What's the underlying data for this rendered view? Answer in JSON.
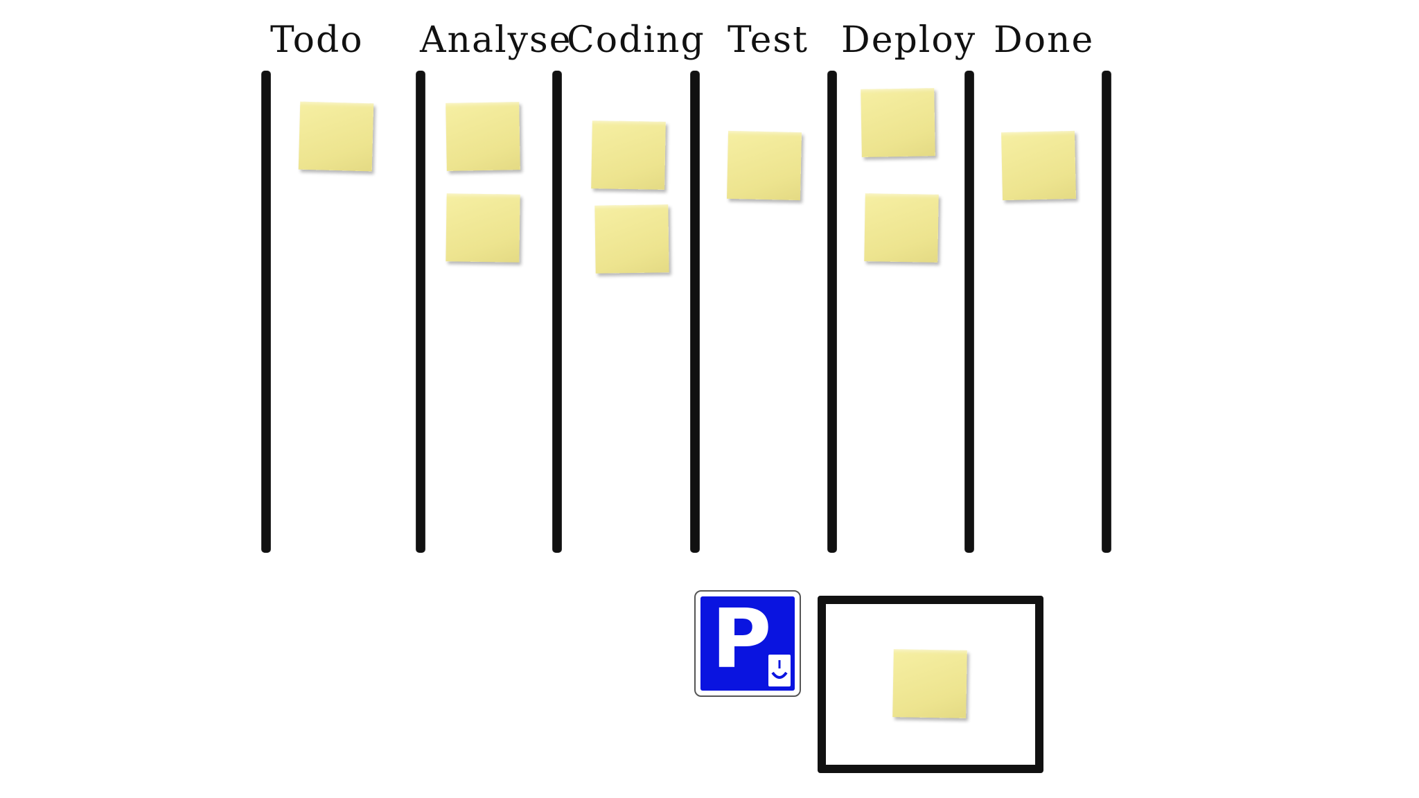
{
  "board": {
    "columns": [
      {
        "title": "Todo"
      },
      {
        "title": "Analyse"
      },
      {
        "title": "Coding"
      },
      {
        "title": "Test"
      },
      {
        "title": "Deploy"
      },
      {
        "title": "Done"
      }
    ]
  },
  "parking": {
    "sign_icon": "parking-sign-icon",
    "sign_letter": "P",
    "sign_color": "#0a14e0"
  },
  "colors": {
    "note": "#efe795",
    "chalk": "#111111"
  }
}
